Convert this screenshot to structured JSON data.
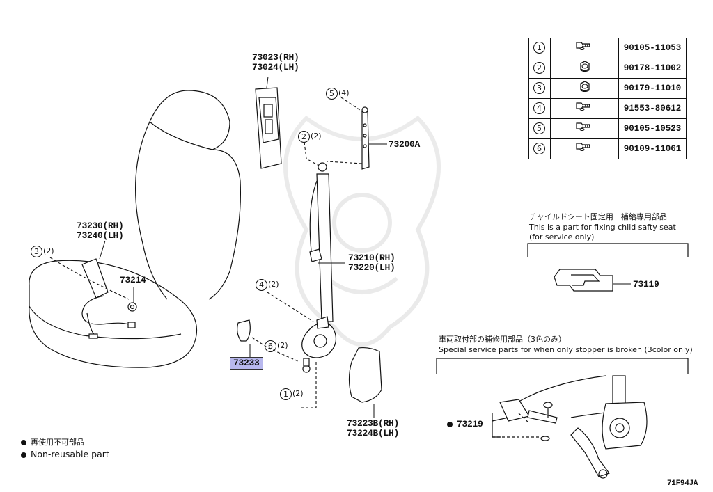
{
  "labels": {
    "p73023": "73023(RH)",
    "p73024": "73024(LH)",
    "p73200a": "73200A",
    "p73230": "73230(RH)",
    "p73240": "73240(LH)",
    "p73214": "73214",
    "p73210": "73210(RH)",
    "p73220": "73220(LH)",
    "p73233": "73233",
    "p73223b": "73223B(RH)",
    "p73224b": "73224B(LH)",
    "p73119": "73119",
    "p73219": "73219",
    "diagram_code": "71F94JA"
  },
  "callouts": [
    {
      "num": "5",
      "qty": "(4)"
    },
    {
      "num": "2",
      "qty": "(2)"
    },
    {
      "num": "3",
      "qty": "(2)"
    },
    {
      "num": "4",
      "qty": "(2)"
    },
    {
      "num": "6",
      "qty": "(2)"
    },
    {
      "num": "1",
      "qty": "(2)"
    }
  ],
  "parts_table": [
    {
      "num": "1",
      "icon": "bolt-washer-icon",
      "part": "90105-11053"
    },
    {
      "num": "2",
      "icon": "nut-icon",
      "part": "90178-11002"
    },
    {
      "num": "3",
      "icon": "nut-icon",
      "part": "90179-11010"
    },
    {
      "num": "4",
      "icon": "bolt-washer-icon",
      "part": "91553-80612"
    },
    {
      "num": "5",
      "icon": "bolt-washer-icon",
      "part": "90105-10523"
    },
    {
      "num": "6",
      "icon": "bolt-washer-icon",
      "part": "90109-11061"
    }
  ],
  "child_seat_box": {
    "title_jp": "チャイルドシート固定用　補給専用部品",
    "line1": "This is a part for fixing child safty seat",
    "line2": "(for service only)"
  },
  "special_box": {
    "title_jp": "車両取付部の補修用部品（3色のみ）",
    "line1": "Special service parts for when only stopper is broken (3color only)"
  },
  "legend": {
    "jp": "再使用不可部品",
    "en": "Non-reusable part"
  },
  "colors": {
    "highlight": "#b8b8ee",
    "line": "#111111"
  }
}
